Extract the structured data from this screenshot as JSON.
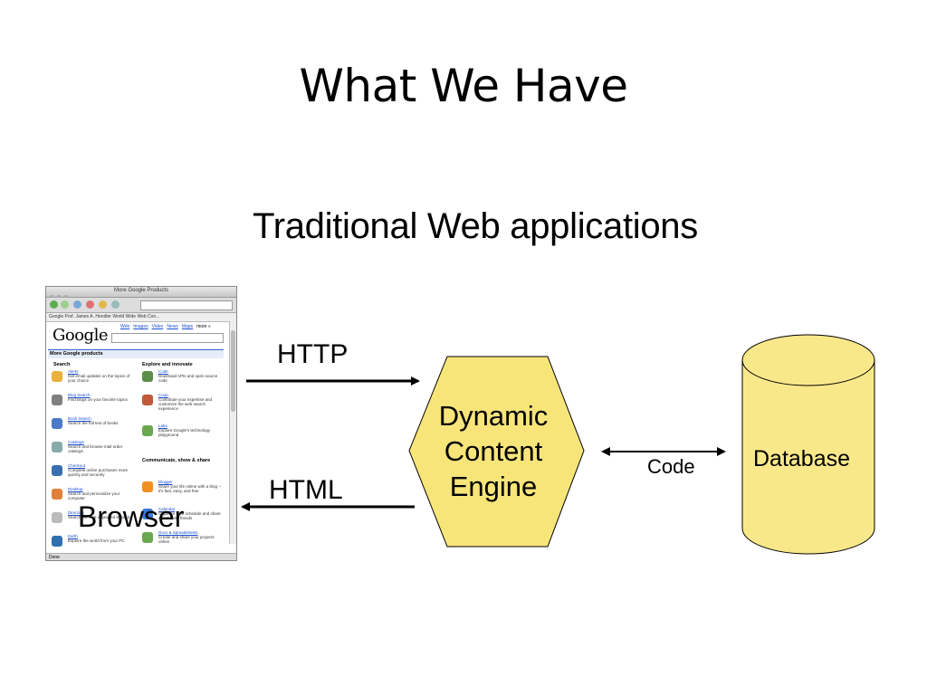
{
  "slide": {
    "title": "What We Have",
    "subtitle": "Traditional Web applications"
  },
  "diagram": {
    "browser": {
      "label": "Browser",
      "window_title": "More Google Products",
      "bookmarks": "Google  Prof. James A. Hendler  World Wide Web Con...",
      "logo": "Google",
      "nav_links": [
        "Web",
        "Images",
        "Video",
        "News",
        "Maps",
        "more »"
      ],
      "heading": "More Google products",
      "left_column_title": "Search",
      "right_column_title": "Explore and innovate",
      "right_column_title_2": "Communicate, show & share",
      "left_items": [
        {
          "name": "Alerts",
          "desc": "Get email updates on the topics of your choice"
        },
        {
          "name": "Blog Search",
          "desc": "Find blogs on your favorite topics"
        },
        {
          "name": "Book Search",
          "desc": "Search the full text of books"
        },
        {
          "name": "Catalogs",
          "desc": "Search and browse mail-order catalogs"
        },
        {
          "name": "Checkout",
          "desc": "Complete online purchases more quickly and securely"
        },
        {
          "name": "Desktop",
          "desc": "Search and personalize your computer"
        },
        {
          "name": "Directory",
          "desc": "Search the web organized by topic"
        },
        {
          "name": "Earth",
          "desc": "Explore the world from your PC"
        }
      ],
      "right_items": [
        {
          "name": "Code",
          "desc": "Download APIs and open source code"
        },
        {
          "name": "Coop",
          "desc": "Contribute your expertise and customize the web search experience"
        },
        {
          "name": "Labs",
          "desc": "Explore Google's technology playground"
        },
        {
          "name": "Blogger",
          "desc": "Share your life online with a blog -- it's fast, easy, and free"
        },
        {
          "name": "Calendar",
          "desc": "Organize your schedule and share events with friends"
        },
        {
          "name": "Docs & Spreadsheets",
          "desc": "Create and share your projects online"
        }
      ],
      "status": "Done"
    },
    "arrow_request": "HTTP",
    "arrow_response": "HTML",
    "engine_lines": [
      "Dynamic",
      "Content",
      "Engine"
    ],
    "engine_color": "#f8e57a",
    "link_label": "Code",
    "database_label": "Database",
    "database_color": "#f9e88a"
  }
}
